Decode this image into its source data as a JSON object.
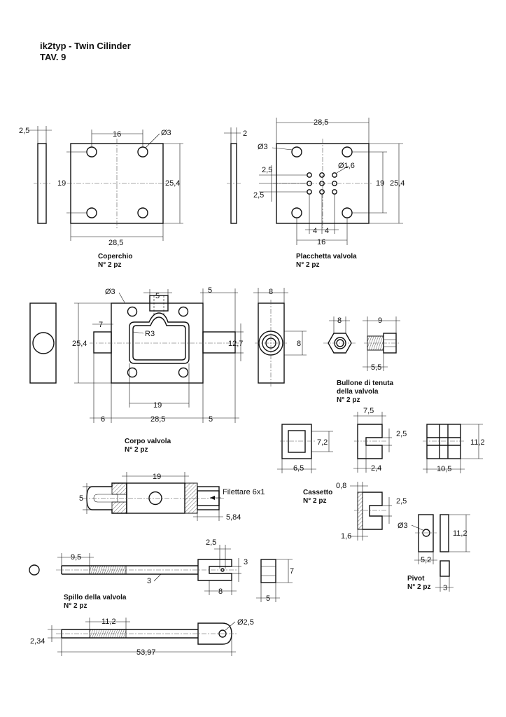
{
  "header": {
    "title": "ik2typ - Twin Cilinder",
    "sheet": "TAV. 9"
  },
  "parts": {
    "coperchio": {
      "name": "Coperchio",
      "qty": "N° 2 pz"
    },
    "placchetta": {
      "name": "Placchetta valvola",
      "qty": "N° 2 pz"
    },
    "corpo": {
      "name": "Corpo valvola",
      "qty": "N° 2 pz"
    },
    "bullone": {
      "name_1": "Bullone di tenuta",
      "name_2": "della valvola",
      "qty": "N° 2 pz"
    },
    "cassetto": {
      "name": "Cassetto",
      "qty": "N° 2 pz"
    },
    "spillo": {
      "name": "Spillo della valvola",
      "qty": "N° 2 pz"
    },
    "pivot": {
      "name": "Pivot",
      "qty": "N° 2 pz"
    }
  },
  "dims": {
    "cop_thk": "2,5",
    "cop_top": "16",
    "cop_hole": "Ø3",
    "cop_left": "19",
    "cop_right": "25,4",
    "cop_bottom": "28,5",
    "pl_thk": "2",
    "pl_top": "28,5",
    "pl_hole": "Ø3",
    "pl_small_hole": "Ø1,6",
    "pl_pitch_a": "2,5",
    "pl_pitch_b": "2,5",
    "pl_right_a": "19",
    "pl_right_b": "25,4",
    "pl_bot_a": "4",
    "pl_bot_b": "4",
    "pl_bot_c": "16",
    "cv_hole": "Ø3",
    "cv_top_a": "5",
    "cv_top_b": "5",
    "cv_left_a": "7",
    "cv_left_b": "25,4",
    "cv_radius": "R3",
    "cv_right": "12,7",
    "cv_mid": "19",
    "cv_bot_a": "6",
    "cv_bot_b": "28,5",
    "cv_bot_c": "5",
    "cvs_top": "8",
    "cvs_right": "8",
    "bu_hex": "8",
    "bu_len": "9",
    "bu_thread": "5,5",
    "ca_a_w": "6,5",
    "ca_a_h": "7,2",
    "ca_b_top": "7,5",
    "ca_b_slot": "2,5",
    "ca_b_bot": "2,4",
    "ca_c_h": "11,2",
    "ca_c_w": "10,5",
    "ca_d_top": "0,8",
    "ca_d_slot": "2,5",
    "ca_d_bot": "1,6",
    "ab_len": "19",
    "ab_dia": "5",
    "ab_thread_note": "Filettare 6x1",
    "ab_thread_len": "5,84",
    "sp_thread": "9,5",
    "sp_top": "2,5",
    "sp_fork_slot": "3",
    "sp_rod": "3",
    "sp_fork_len": "8",
    "sp_blk_h": "7",
    "sp_blk_w": "5",
    "pv_hole": "Ø3",
    "pv_h": "11,2",
    "pv_w": "5,2",
    "pv_pin": "3",
    "sp2_thread": "11,2",
    "sp2_eye": "Ø2,5",
    "sp2_dia": "2,34",
    "sp2_len": "53,97"
  }
}
